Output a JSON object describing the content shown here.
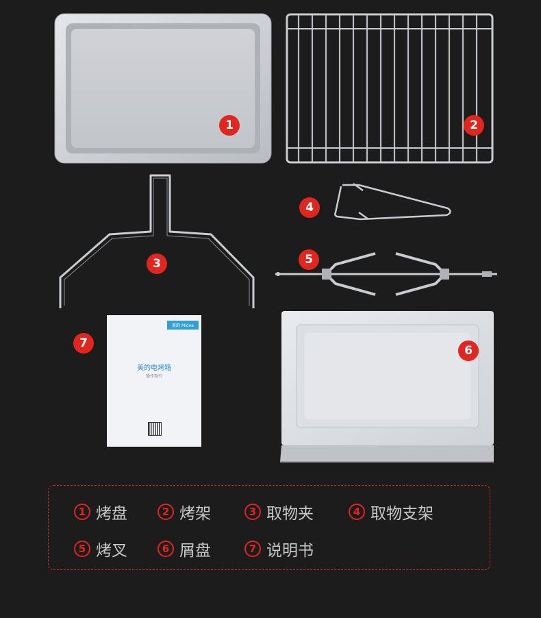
{
  "items": [
    {
      "num": "1",
      "label": "烤盘"
    },
    {
      "num": "2",
      "label": "烤架"
    },
    {
      "num": "3",
      "label": "取物夹"
    },
    {
      "num": "4",
      "label": "取物支架"
    },
    {
      "num": "5",
      "label": "烤叉"
    },
    {
      "num": "6",
      "label": "屑盘"
    },
    {
      "num": "7",
      "label": "说明书"
    }
  ],
  "manual": {
    "brand": "美的 Midea",
    "title": "美的电烤箱",
    "subtitle": "操作指引"
  },
  "colors": {
    "background": "#1d1c1d",
    "accent": "#e0261f",
    "metal": "#c9ccd0"
  }
}
